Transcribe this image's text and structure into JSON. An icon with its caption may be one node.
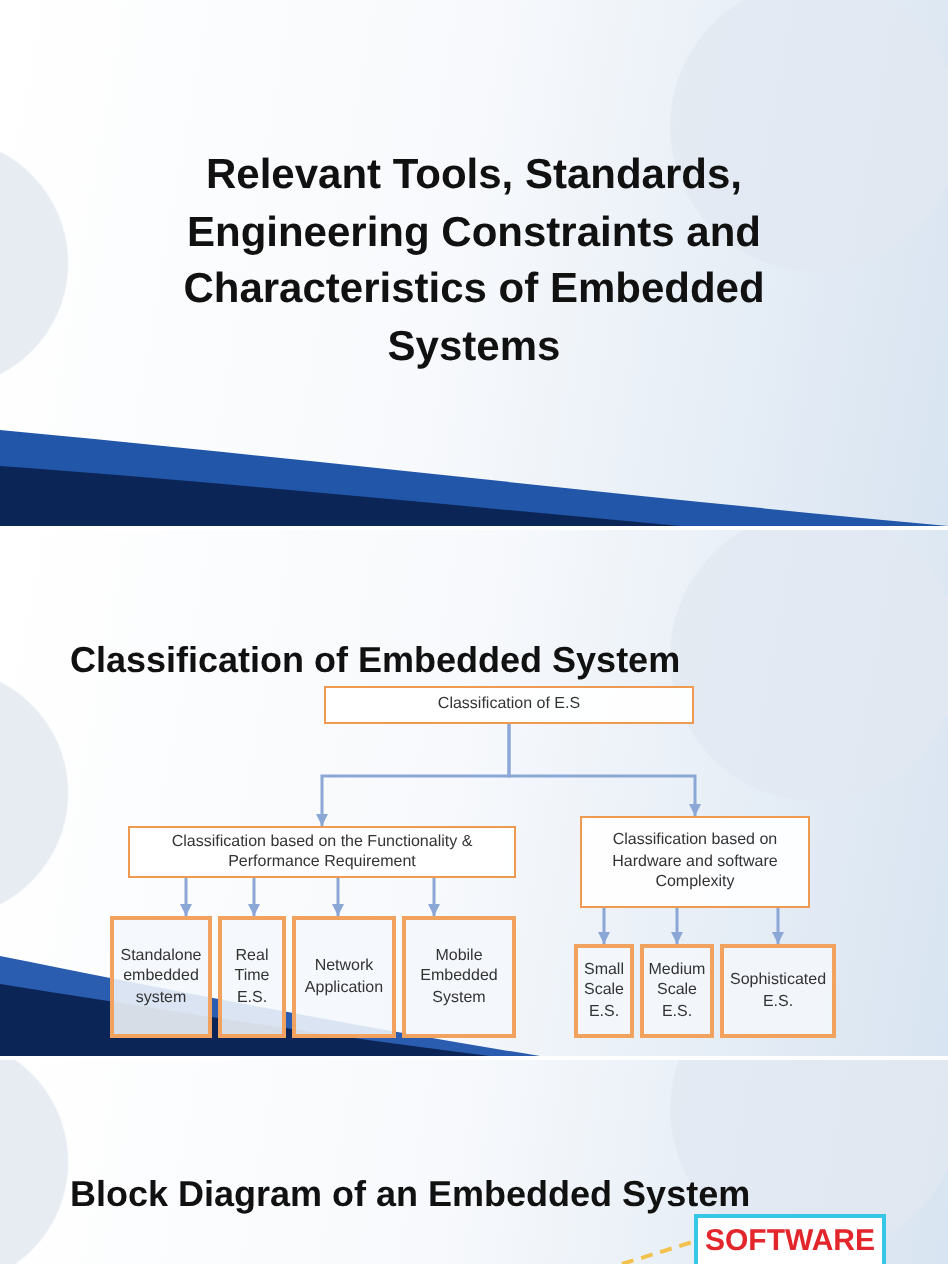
{
  "diagram": {
    "nodes": [
      {
        "text": [
          "Relevant Tools, Standards, Engineering Constraints and Characteristics of Embedded Systems"
        ]
      },
      {
        "text": [
          "Classification of Embedded System"
        ]
      },
      {
        "text": [
          "Classification of E.S"
        ],
        "in": 1
      },
      {
        "text": [
          "Classification based on the Functionality & Performance Requirement"
        ],
        "in": 1
      },
      {
        "text": [
          "Classification based on Hardware and software Complexity"
        ],
        "in": 1
      },
      {
        "text": [
          "Standalone embedded system"
        ],
        "in": 1
      },
      {
        "text": [
          "Real Time E.S."
        ],
        "in": 1
      },
      {
        "text": [
          "Network Application"
        ],
        "in": 1
      },
      {
        "text": [
          "Mobile Embedded System"
        ],
        "in": 1
      },
      {
        "text": [
          "Small Scale E.S."
        ],
        "in": 1
      },
      {
        "text": [
          "Medium Scale E.S."
        ],
        "in": 1
      },
      {
        "text": [
          "Sophisticated E.S."
        ],
        "in": 1
      },
      {
        "text": [
          "Block Diagram of an Embedded System"
        ]
      },
      {
        "text": [
          "SOFTWARE"
        ],
        "in": 12
      }
    ],
    "edges": [
      {
        "from": 2,
        "to": 3,
        "arrow": "to"
      },
      {
        "from": 2,
        "to": 4,
        "arrow": "to"
      },
      {
        "from": 3,
        "to": 5,
        "arrow": "to"
      },
      {
        "from": 3,
        "to": 6,
        "arrow": "to"
      },
      {
        "from": 3,
        "to": 7,
        "arrow": "to"
      },
      {
        "from": 3,
        "to": 8,
        "arrow": "to"
      },
      {
        "from": 4,
        "to": 9,
        "arrow": "to"
      },
      {
        "from": 4,
        "to": 10,
        "arrow": "to"
      },
      {
        "from": 4,
        "to": 11,
        "arrow": "to"
      },
      {
        "from": null,
        "to": 13,
        "arrow": "none",
        "style": "dashed",
        "color": "#f2c14e"
      }
    ]
  }
}
